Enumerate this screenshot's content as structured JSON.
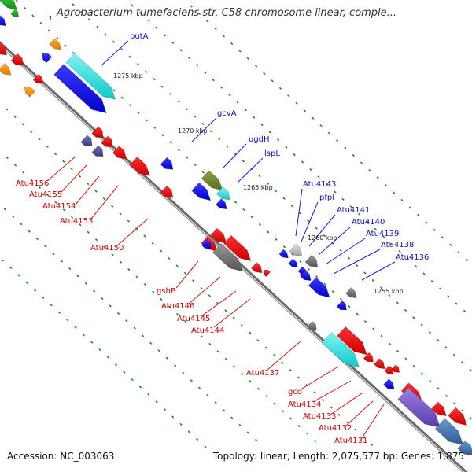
{
  "title": "Agrobacterium tumefaciens str. C58 chromosome linear, comple...",
  "footer": {
    "accession": "Accession: NC_003063",
    "topology": "Topology: linear; Length: 2,075,577 bp; Genes: 1,875"
  },
  "colors": {
    "backbone": "#707070",
    "tick": "#1a8a1a",
    "label_blue": "#1010c0",
    "label_red": "#cc0000",
    "leader_blue": "#1a1ae0",
    "leader_red": "#e01010"
  },
  "scale_labels": [
    "1...",
    "1275 kbp",
    "1270 kbp",
    "1265 kbp",
    "1260 kbp",
    "1255 kbp"
  ],
  "gene_labels_blue": [
    "putA",
    "gcvA",
    "ugdH",
    "lspL",
    "Atu4143",
    "pfpI",
    "Atu4141",
    "Atu4140",
    "Atu4139",
    "Atu4138",
    "Atu4136"
  ],
  "gene_labels_red": [
    "Atu4156",
    "Atu4155",
    "Atu4154",
    "Atu4153",
    "Atu4150",
    "gshB",
    "Atu4146",
    "Atu4145",
    "Atu4144",
    "Atu4137",
    "gcd",
    "Atu4134",
    "Atu4133",
    "Atu4132",
    "Atu4131"
  ]
}
